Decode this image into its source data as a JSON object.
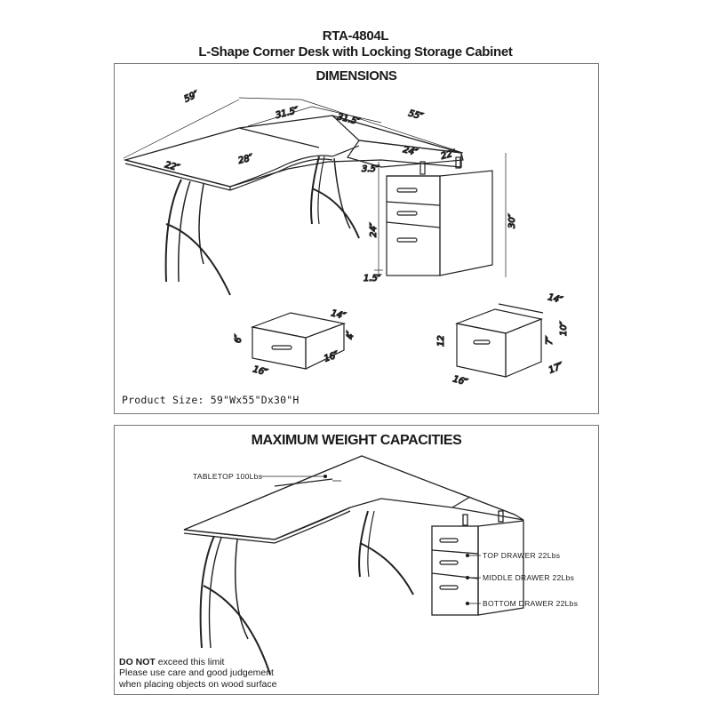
{
  "header": {
    "model": "RTA-4804L",
    "product_name": "L-Shape Corner Desk with Locking Storage Cabinet"
  },
  "dimensions_panel": {
    "title": "DIMENSIONS",
    "labels": {
      "overall_width": "59\"",
      "overall_depth": "55\"",
      "left_top_segment": "31.5\"",
      "right_top_segment": "31.5\"",
      "left_wing_depth": "22\"",
      "left_wing_length": "28\"",
      "right_wing_length": "24\"",
      "right_wing_depth": "22\"",
      "top_gap": "3.5\"",
      "cabinet_height": "24\"",
      "bottom_gap": "1.5\"",
      "total_height": "30\""
    },
    "small_drawer": {
      "width": "14\"",
      "height_front": "6\"",
      "height_inner": "4\"",
      "front_width": "16\"",
      "depth": "16\""
    },
    "file_drawer": {
      "width": "14\"",
      "height_front": "12",
      "height_inner": "7\"",
      "height_back": "10\"",
      "front_width": "16\"",
      "depth": "17\""
    },
    "product_size": "Product Size: 59\"Wx55\"Dx30\"H"
  },
  "weight_panel": {
    "title": "MAXIMUM WEIGHT CAPACITIES",
    "callouts": [
      {
        "label": "TABLETOP  100Lbs"
      },
      {
        "label": "TOP DRAWER   22Lbs"
      },
      {
        "label": "MIDDLE DRAWER   22Lbs"
      },
      {
        "label": "BOTTOM  DRAWER   22Lbs"
      }
    ],
    "warning": {
      "bold": "DO NOT",
      "line1_rest": " exceed this limit",
      "line2": "Please use care and good judgement",
      "line3": "when placing objects on wood surface"
    }
  }
}
